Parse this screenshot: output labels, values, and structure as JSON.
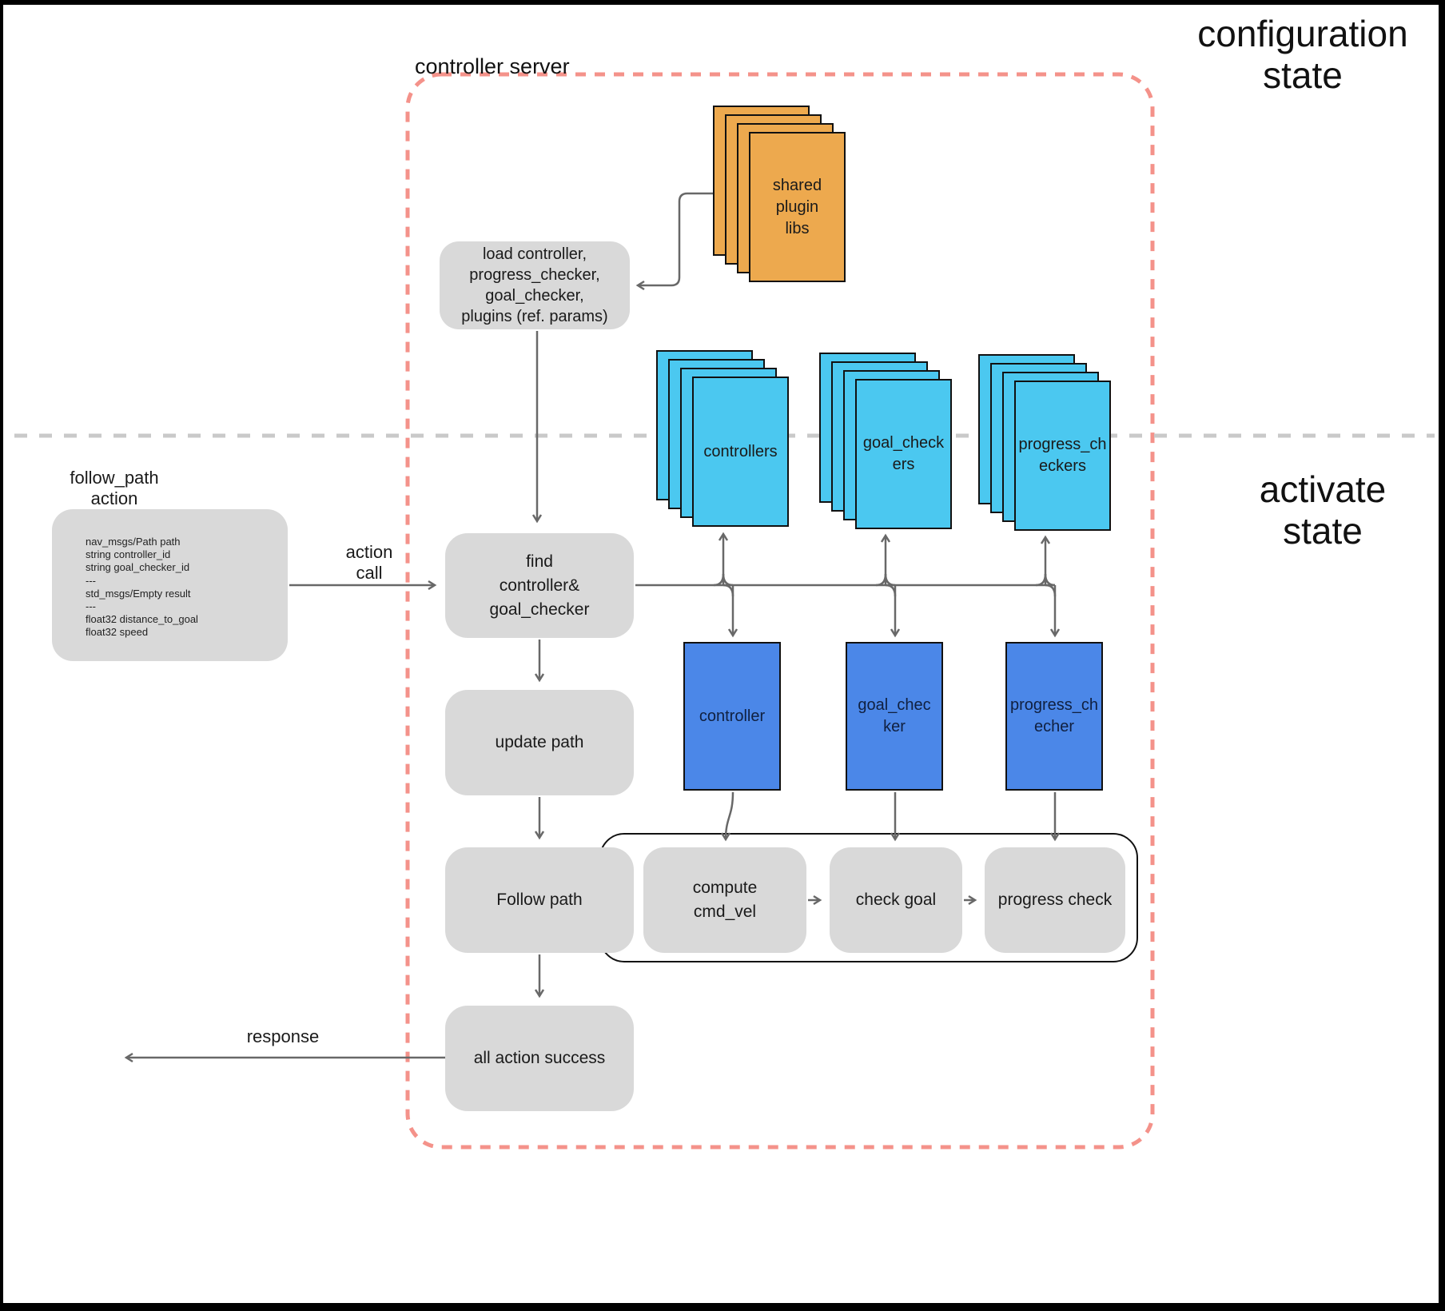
{
  "colors": {
    "background": "#ffffff",
    "frame": "#000000",
    "node_gray": "#d9d9d9",
    "stack_orange": "#eda94e",
    "stack_cyan": "#4bc8f0",
    "instance_blue": "#4b87e8",
    "boundary_red_dashed": "#f4928a",
    "separator_gray_dashed": "#c9c9c9",
    "connector": "#686868",
    "text": "#1a1a1a"
  },
  "labels": {
    "controller_server": "controller server",
    "configuration_state": "configuration\nstate",
    "activate_state": "activate\nstate",
    "action_call": "action\ncall",
    "response": "response",
    "follow_path_action_title": "follow_path\naction"
  },
  "action_definition": {
    "lines": "nav_msgs/Path path\nstring controller_id\nstring goal_checker_id\n---\nstd_msgs/Empty result\n---\nfloat32 distance_to_goal\nfloat32 speed"
  },
  "plugin_stacks": {
    "shared_plugin_libs": "shared\nplugin\nlibs",
    "controllers": "controllers",
    "goal_checkers": "goal_check\ners",
    "progress_checkers": "progress_ch\neckers"
  },
  "plugin_instances": {
    "controller": "controller",
    "goal_checker": "goal_chec\nker",
    "progress_checker": "progress_ch\necher"
  },
  "flow_nodes": {
    "load_plugins": "load controller,\nprogress_checker,\ngoal_checker,\nplugins (ref. params)",
    "find_controller": "find\ncontroller&\ngoal_checker",
    "update_path": "update path",
    "follow_path": "Follow path",
    "all_action_success": "all action success",
    "compute_cmd_vel": "compute\ncmd_vel",
    "check_goal": "check goal",
    "progress_check": "progress check"
  }
}
